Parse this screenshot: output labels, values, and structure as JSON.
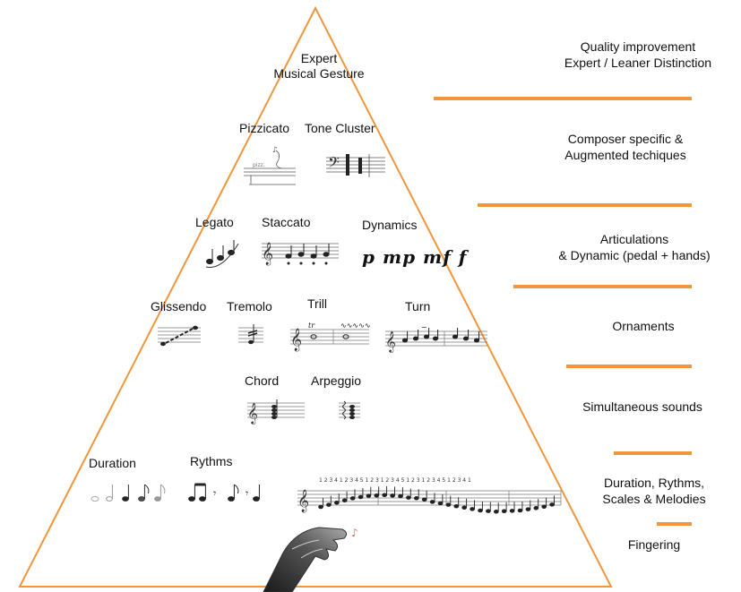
{
  "pyramid": {
    "line_color": "#f0963c",
    "levels": [
      {
        "id": "expert",
        "lines": [
          "Expert",
          "Musical Gesture"
        ]
      },
      {
        "id": "techniques",
        "items": [
          "Pizzicato",
          "Tone Cluster"
        ]
      },
      {
        "id": "articulations",
        "items": [
          "Legato",
          "Staccato",
          "Dynamics"
        ]
      },
      {
        "id": "dynamics_marks",
        "text": "p mp mf f"
      },
      {
        "id": "ornaments",
        "items": [
          "Glissendo",
          "Tremolo",
          "Trill",
          "Turn"
        ]
      },
      {
        "id": "simultaneous",
        "items": [
          "Chord",
          "Arpeggio"
        ]
      },
      {
        "id": "duration",
        "items": [
          "Duration",
          "Rythms"
        ]
      }
    ]
  },
  "categories": [
    {
      "id": "quality",
      "text": "Quality improvement\nExpert / Leaner Distinction"
    },
    {
      "id": "composer",
      "text": "Composer specific &\nAugmented techiques"
    },
    {
      "id": "articulations",
      "text": "Articulations\n& Dynamic (pedal + hands)"
    },
    {
      "id": "ornaments",
      "text": "Ornaments"
    },
    {
      "id": "simultaneous",
      "text": "Simultaneous sounds"
    },
    {
      "id": "duration",
      "text": "Duration, Rythms,\nScales & Melodies"
    },
    {
      "id": "fingering",
      "text": "Fingering"
    }
  ],
  "icons": {
    "hand": "piano-hand-icon",
    "notation": "music-notation-icon"
  }
}
